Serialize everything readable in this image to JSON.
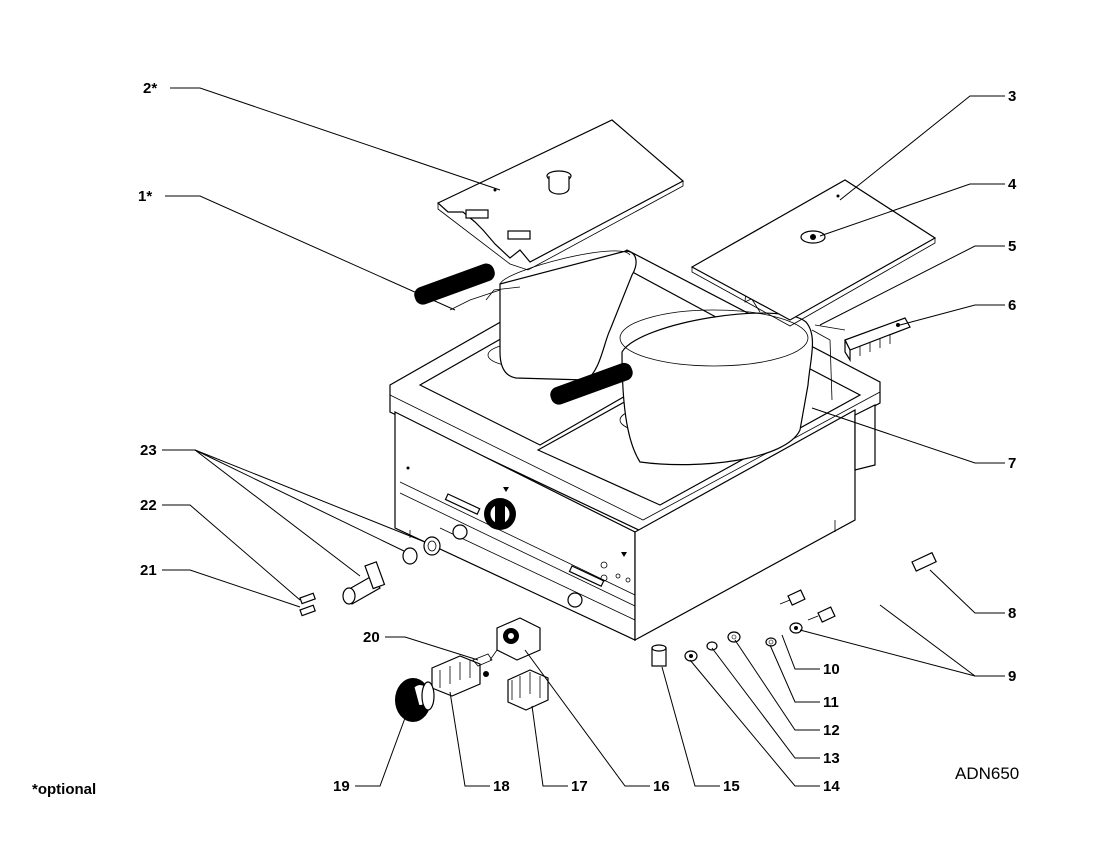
{
  "drawing": {
    "model_code": "ADN650",
    "footnote": "*optional"
  },
  "callouts": [
    "1*",
    "2*",
    "3",
    "4",
    "5",
    "6",
    "7",
    "8",
    "9",
    "10",
    "11",
    "12",
    "13",
    "14",
    "15",
    "16",
    "17",
    "18",
    "19",
    "20",
    "21",
    "22",
    "23"
  ],
  "colors": {
    "ink": "#000000",
    "paper": "#ffffff",
    "handle": "#000000"
  }
}
